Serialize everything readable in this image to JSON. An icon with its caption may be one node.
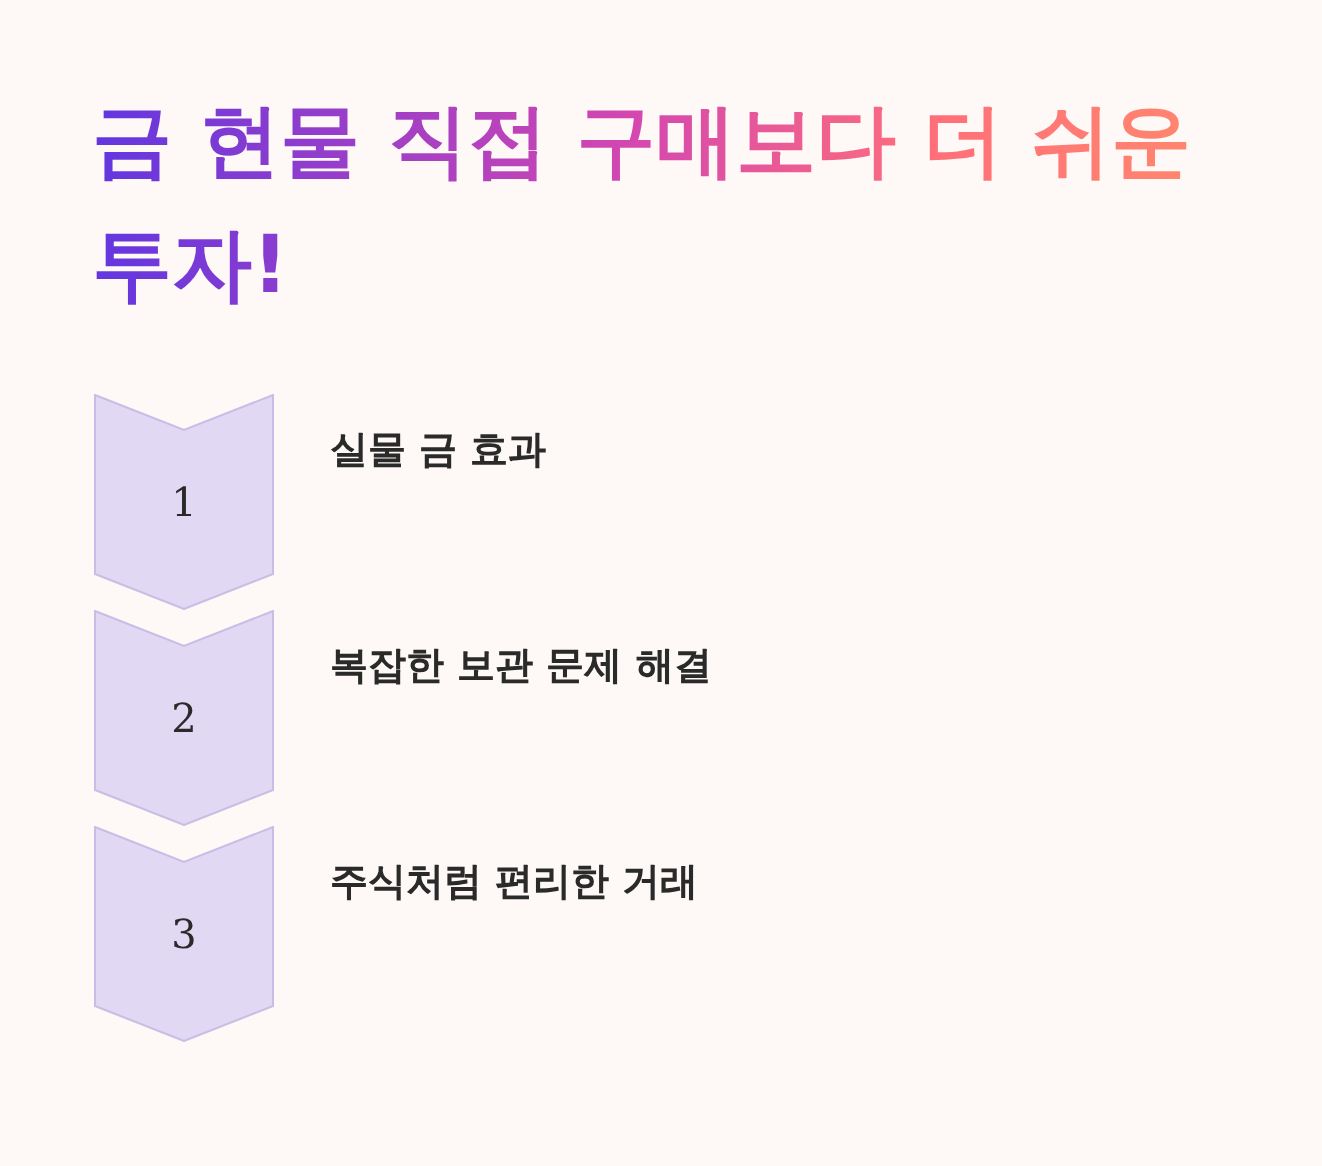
{
  "diagram": {
    "title": "금 현물 직접 구매보다 더 쉬운 투자!",
    "nodes": [
      {
        "text": [
          "1"
        ],
        "beside": [
          "실물 금 효과"
        ]
      },
      {
        "text": [
          "2"
        ],
        "beside": [
          "복잡한 보관 문제 해결"
        ]
      },
      {
        "text": [
          "3"
        ],
        "beside": [
          "주식처럼 편리한 거래"
        ]
      }
    ]
  }
}
